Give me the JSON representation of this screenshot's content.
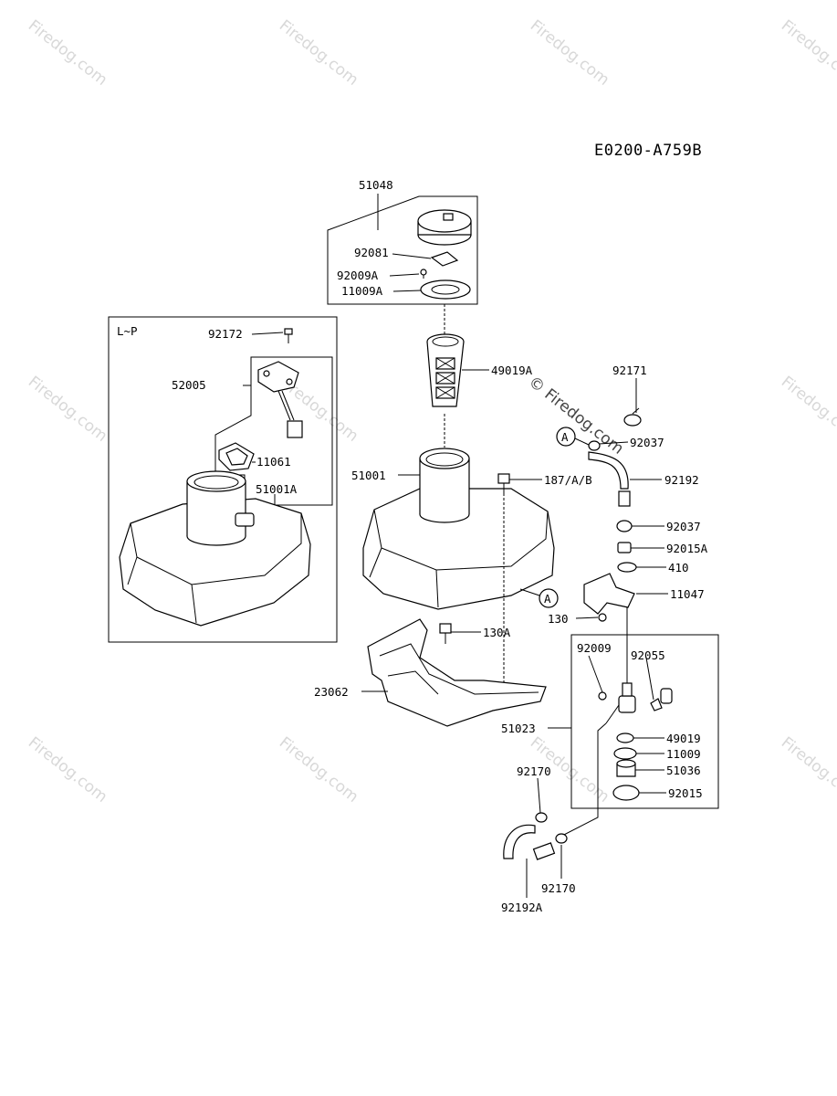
{
  "diagram_code": "E0200-A759B",
  "watermark": "Firedog.com",
  "watermark_prominent": "© Firedog.com",
  "variant_label": "L~P",
  "callout_a": "A",
  "parts": {
    "p51048": "51048",
    "p92081": "92081",
    "p92009A": "92009A",
    "p11009A": "11009A",
    "p92172": "92172",
    "p52005": "52005",
    "p11061": "11061",
    "p51001A": "51001A",
    "p49019A": "49019A",
    "p51001": "51001",
    "p187": "187/A/B",
    "p92171": "92171",
    "p92037a": "92037",
    "p92192": "92192",
    "p92037b": "92037",
    "p92015A": "92015A",
    "p410": "410",
    "p11047": "11047",
    "p130": "130",
    "p130A": "130A",
    "p23062": "23062",
    "p92009": "92009",
    "p92055": "92055",
    "p51023": "51023",
    "p49019": "49019",
    "p11009": "11009",
    "p51036": "51036",
    "p92015": "92015",
    "p92170a": "92170",
    "p92170b": "92170",
    "p92192A": "92192A"
  }
}
